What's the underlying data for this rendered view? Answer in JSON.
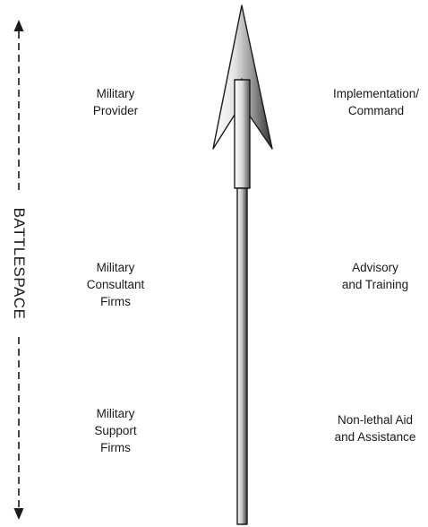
{
  "axis": {
    "label": "BATTLESPACE"
  },
  "left_column": [
    {
      "text": "Military\nProvider"
    },
    {
      "text": "Military\nConsultant\nFirms"
    },
    {
      "text": "Military\nSupport\nFirms"
    }
  ],
  "right_column": [
    {
      "text": "Implementation/\nCommand"
    },
    {
      "text": "Advisory\nand Training"
    },
    {
      "text": "Non-lethal Aid\nand Assistance"
    }
  ],
  "colors": {
    "line": "#1a1a1a",
    "spear_light": "#f2f2f2",
    "spear_dark": "#3a3a3a"
  },
  "icons": [
    "double-headed-dashed-arrow",
    "spear-arrow"
  ]
}
